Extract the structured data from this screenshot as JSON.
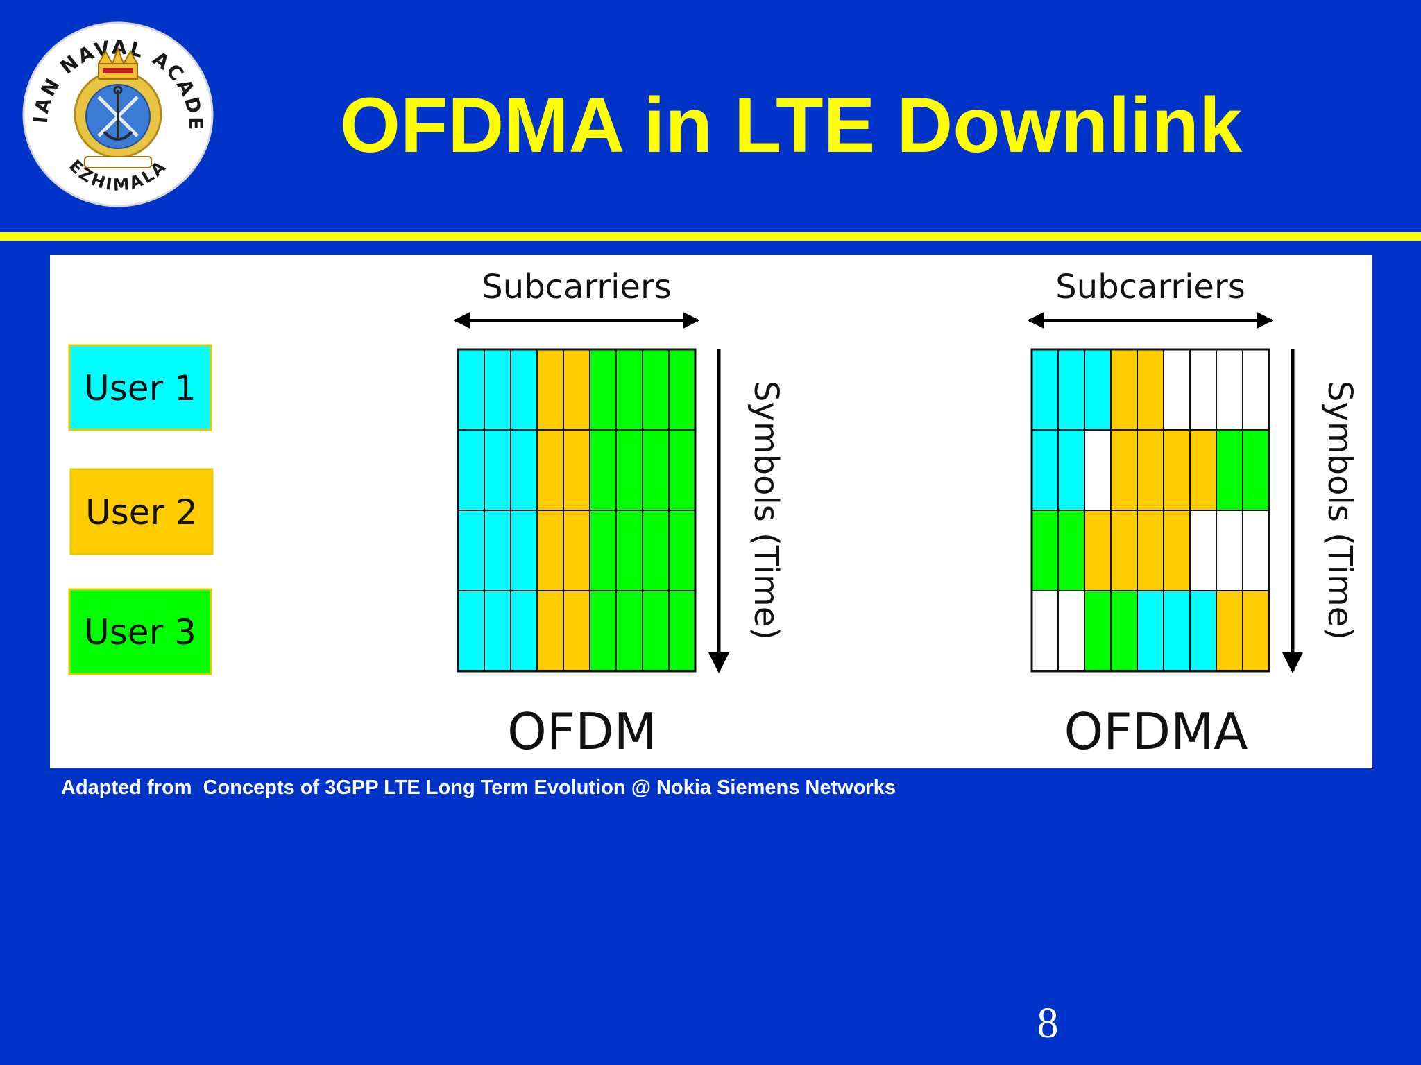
{
  "slide": {
    "title": "OFDMA in LTE Downlink",
    "caption": "Adapted from  Concepts of 3GPP LTE Long Term Evolution @ Nokia Siemens Networks",
    "page_number": "8"
  },
  "logo": {
    "top_text": "INDIAN NAVAL ACADEMY",
    "bottom_text": "EZHIMALA"
  },
  "colors": {
    "background": "#0033c8",
    "title": "#ffff00",
    "rule": "#ffff00",
    "user1": "#00ffff",
    "user2": "#ffcc00",
    "user3": "#00ff00",
    "empty": "#ffffff"
  },
  "legend": [
    {
      "id": "u1",
      "label": "User 1",
      "color": "#00ffff"
    },
    {
      "id": "u2",
      "label": "User 2",
      "color": "#ffcc00"
    },
    {
      "id": "u3",
      "label": "User 3",
      "color": "#00ff00"
    }
  ],
  "diagrams": [
    {
      "id": "ofdm",
      "label": "OFDM",
      "x_axis_label": "Subcarriers",
      "y_axis_label": "Symbols (Time)",
      "grid": [
        [
          "u1",
          "u1",
          "u1",
          "u2",
          "u2",
          "u3",
          "u3",
          "u3",
          "u3"
        ],
        [
          "u1",
          "u1",
          "u1",
          "u2",
          "u2",
          "u3",
          "u3",
          "u3",
          "u3"
        ],
        [
          "u1",
          "u1",
          "u1",
          "u2",
          "u2",
          "u3",
          "u3",
          "u3",
          "u3"
        ],
        [
          "u1",
          "u1",
          "u1",
          "u2",
          "u2",
          "u3",
          "u3",
          "u3",
          "u3"
        ]
      ]
    },
    {
      "id": "ofdma",
      "label": "OFDMA",
      "x_axis_label": "Subcarriers",
      "y_axis_label": "Symbols (Time)",
      "grid": [
        [
          "u1",
          "u1",
          "u1",
          "u2",
          "u2",
          "e",
          "e",
          "e",
          "e"
        ],
        [
          "u1",
          "u1",
          "e",
          "u2",
          "u2",
          "u2",
          "u2",
          "u3",
          "u3"
        ],
        [
          "u3",
          "u3",
          "u2",
          "u2",
          "u2",
          "u2",
          "e",
          "e",
          "e"
        ],
        [
          "e",
          "e",
          "u3",
          "u3",
          "u1",
          "u1",
          "u1",
          "u2",
          "u2"
        ]
      ]
    }
  ]
}
